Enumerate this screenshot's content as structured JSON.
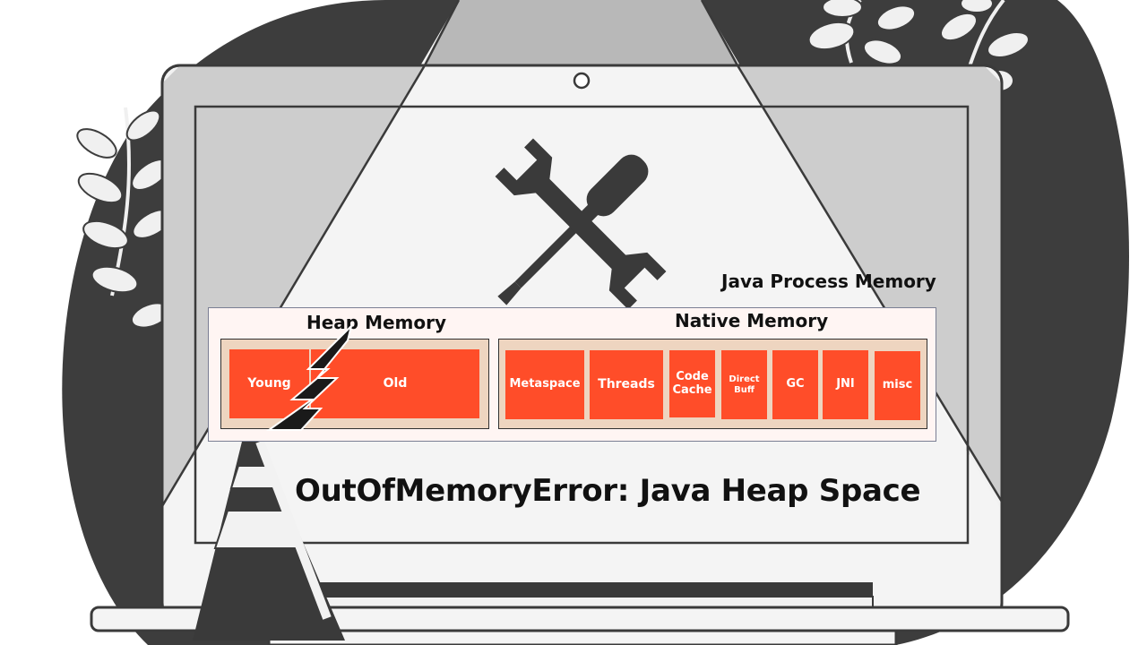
{
  "process_label": "Java Process Memory",
  "heap": {
    "title": "Heap Memory",
    "segments": [
      {
        "label": "Young"
      },
      {
        "label": "Old"
      }
    ]
  },
  "native": {
    "title": "Native Memory",
    "segments": [
      {
        "label": "Metaspace"
      },
      {
        "label": "Threads"
      },
      {
        "label": "Code\nCache"
      },
      {
        "label": "Direct\nBuff"
      },
      {
        "label": "GC"
      },
      {
        "label": "JNI"
      },
      {
        "label": "misc"
      }
    ]
  },
  "error_text": "OutOfMemoryError: Java Heap Space",
  "colors": {
    "segment": "#ff4d29",
    "group_fill": "#eed5c0",
    "dark": "#3d3d3d",
    "light_gray": "#cccccc"
  },
  "icons": [
    "tools-icon",
    "leaf-branch-icon",
    "lightning-icon",
    "traffic-cone-icon",
    "laptop-icon"
  ]
}
